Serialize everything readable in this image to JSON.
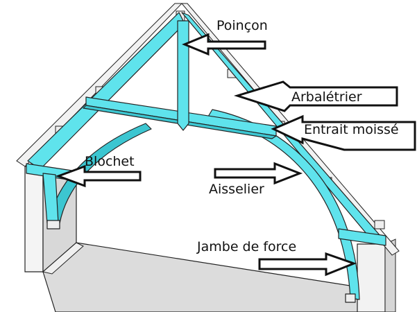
{
  "labels": {
    "poincon": "Poinçon",
    "arbaletrier": "Arbalétrier",
    "entrait_moisse": "Entrait moissé",
    "blochet": "Blochet",
    "aisselier": "Aisselier",
    "jambe_de_force": "Jambe de force"
  },
  "colors": {
    "timber": "#5fe3ec",
    "timber_side": "#3cc6d1",
    "wall": "#f4f4f4",
    "wall_side": "#d2d2d2",
    "roof_edge": "#efefef",
    "outline": "#222222"
  }
}
